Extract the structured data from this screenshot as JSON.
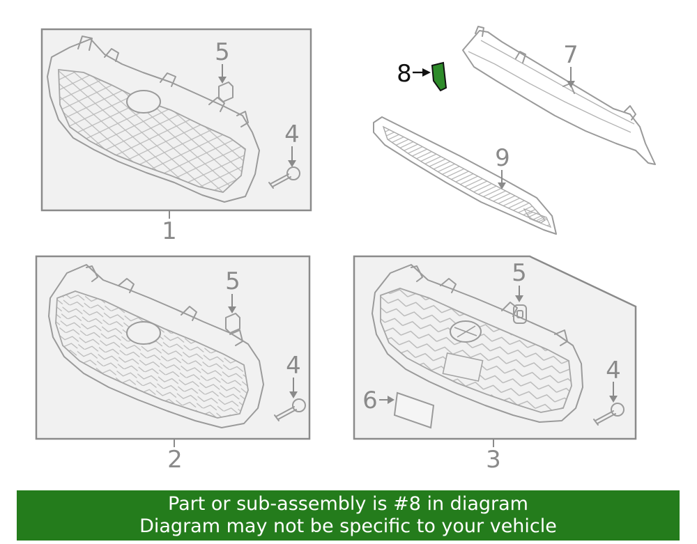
{
  "callouts": {
    "assembly_1": "1",
    "assembly_2": "2",
    "assembly_3": "3",
    "bolt_a": "4",
    "bolt_b": "4",
    "bolt_c": "4",
    "clip_a": "5",
    "clip_b": "5",
    "clip_c": "5",
    "emblem_plate": "6",
    "upper_molding": "7",
    "highlighted_part": "8",
    "lower_grille": "9"
  },
  "banner": {
    "line1": "Part or sub-assembly is #8 in diagram",
    "line2": "Diagram may not be specific to your vehicle"
  },
  "colors": {
    "banner_bg": "#247c1c",
    "highlight_part": "#2e8b2a",
    "line_art": "#8a8a8a",
    "panel_fill": "#f1f1f1"
  }
}
